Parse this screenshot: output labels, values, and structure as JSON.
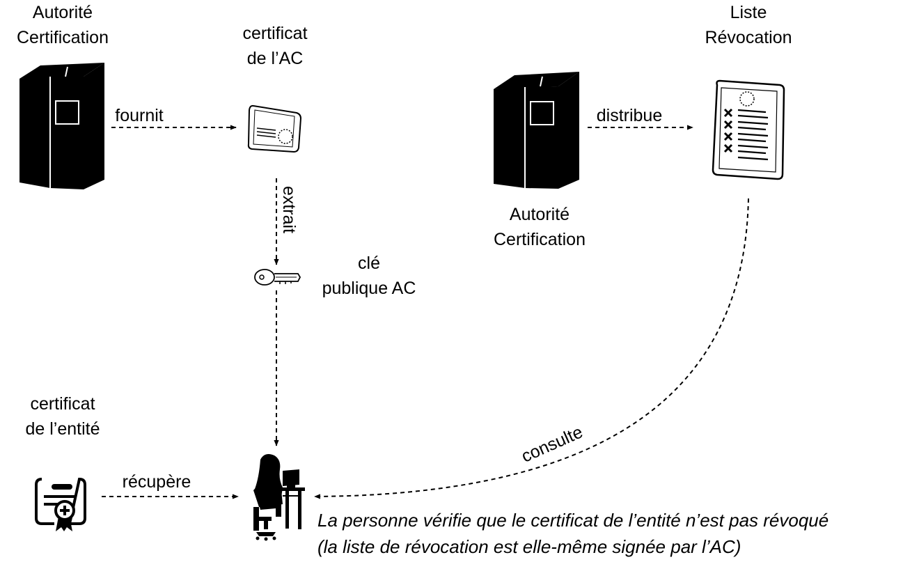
{
  "nodes": {
    "ca_left": {
      "line1": "Autorité",
      "line2": "Certification",
      "icon": "server-icon"
    },
    "ca_cert": {
      "line1": "certificat",
      "line2": "de l’AC",
      "icon": "certificate-icon"
    },
    "ca_right": {
      "line1": "Autorité",
      "line2": "Certification",
      "icon": "server-icon"
    },
    "revocation_list": {
      "line1": "Liste",
      "line2": "Révocation",
      "icon": "revocation-list-icon"
    },
    "public_key": {
      "line1": "clé",
      "line2": "publique AC",
      "icon": "key-icon"
    },
    "entity_cert": {
      "line1": "certificat",
      "line2": "de l’entité",
      "icon": "certificate-badge-icon"
    },
    "person": {
      "icon": "person-at-computer-icon"
    }
  },
  "edges": {
    "provides": "fournit",
    "distributes": "distribue",
    "extracts": "extrait",
    "retrieves": "récupère",
    "consults": "consulte"
  },
  "caption": {
    "line1": "La personne vérifie que le certificat de l’entité n’est pas révoqué",
    "line2": "(la liste de révocation est elle-même signée par l’AC)"
  }
}
